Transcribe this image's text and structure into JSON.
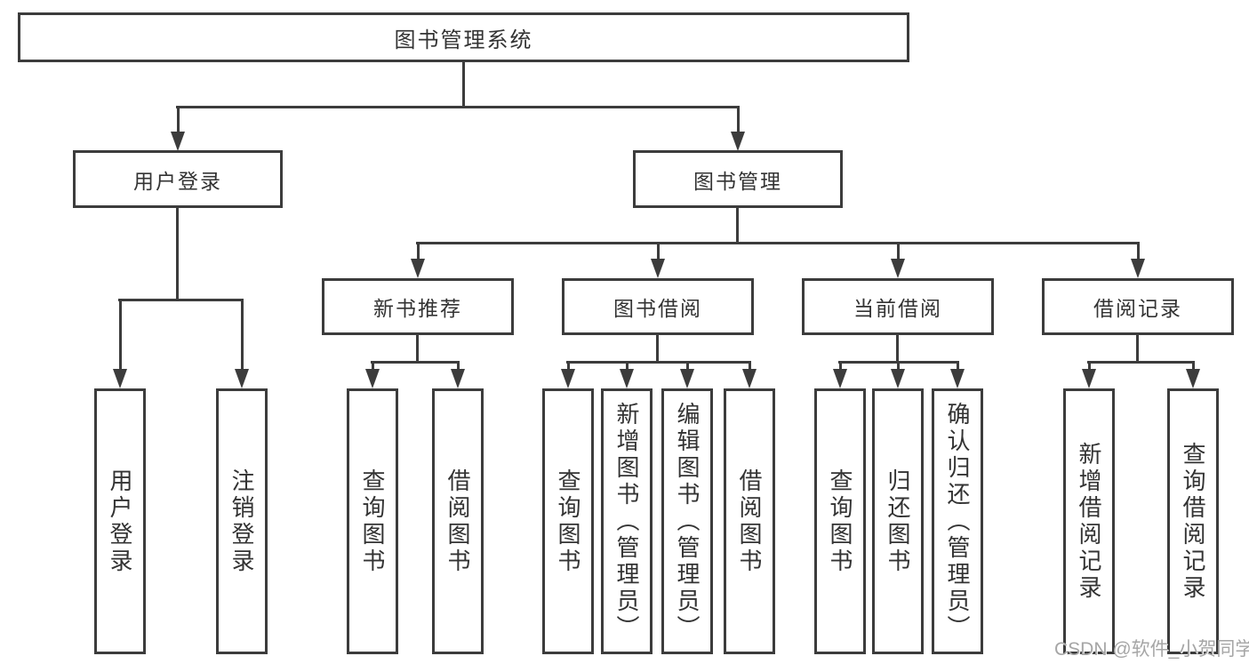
{
  "diagram": {
    "root": {
      "label": "图书管理系统"
    },
    "level2": [
      {
        "id": "user-login",
        "label": "用户登录"
      },
      {
        "id": "book-management",
        "label": "图书管理"
      }
    ],
    "level3": [
      {
        "id": "new-book-recommend",
        "label": "新书推荐"
      },
      {
        "id": "book-borrow",
        "label": "图书借阅"
      },
      {
        "id": "current-borrow",
        "label": "当前借阅"
      },
      {
        "id": "borrow-records",
        "label": "借阅记录"
      }
    ],
    "leaves": [
      {
        "id": "user-login-action",
        "label": "用户登录"
      },
      {
        "id": "logout",
        "label": "注销登录"
      },
      {
        "id": "search-books-1",
        "label": "查询图书"
      },
      {
        "id": "borrow-books-1",
        "label": "借阅图书"
      },
      {
        "id": "search-books-2",
        "label": "查询图书"
      },
      {
        "id": "add-books-admin",
        "label": "新增图书（管理员）"
      },
      {
        "id": "edit-books-admin",
        "label": "编辑图书（管理员）"
      },
      {
        "id": "borrow-books-2",
        "label": "借阅图书"
      },
      {
        "id": "search-books-3",
        "label": "查询图书"
      },
      {
        "id": "return-books",
        "label": "归还图书"
      },
      {
        "id": "confirm-return-admin",
        "label": "确认归还（管理员）"
      },
      {
        "id": "add-borrow-record",
        "label": "新增借阅记录"
      },
      {
        "id": "search-borrow-record",
        "label": "查询借阅记录"
      }
    ]
  },
  "watermark": {
    "text": "CSDN @软件_小贺同学"
  },
  "colors": {
    "line": "#3c3c3c",
    "text": "#333333",
    "watermark": "#a6a6a6",
    "background": "#ffffff"
  }
}
